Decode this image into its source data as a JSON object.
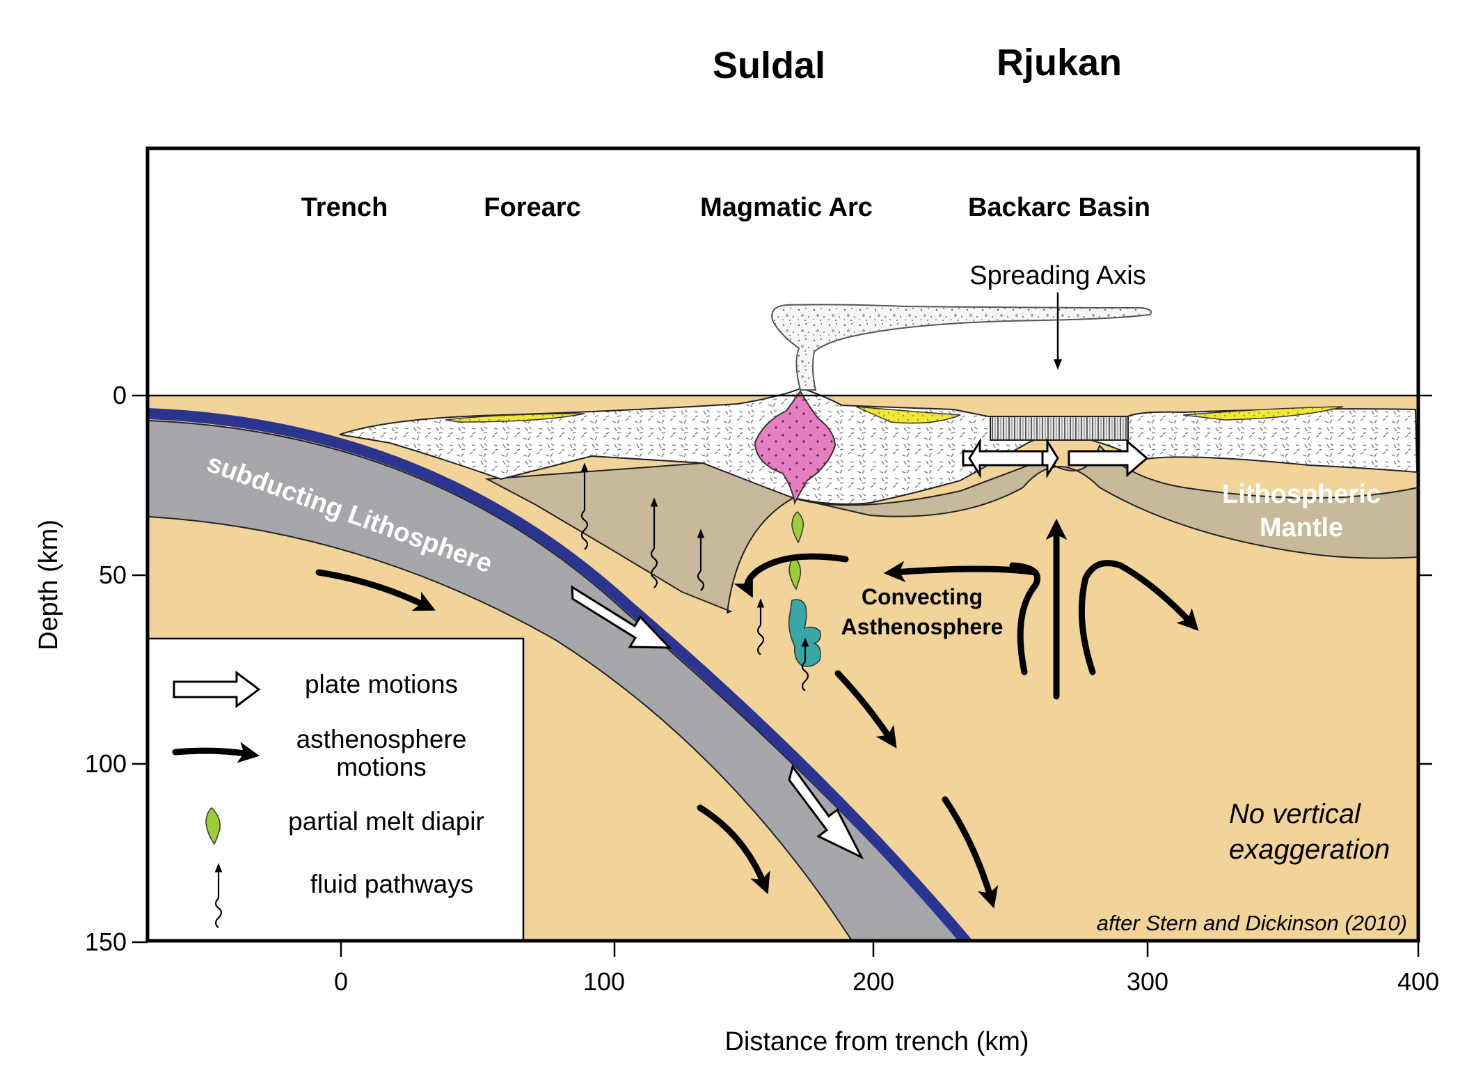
{
  "top_labels": {
    "left": "Suldal",
    "right": "Rjukan"
  },
  "zones": {
    "trench": "Trench",
    "forearc": "Forearc",
    "magmatic_arc": "Magmatic Arc",
    "backarc_basin": "Backarc Basin"
  },
  "spreading_axis": "Spreading Axis",
  "labels": {
    "subducting_lithosphere": "subducting Lithosphere",
    "lithospheric_mantle_line1": "Lithospheric",
    "lithospheric_mantle_line2": "Mantle",
    "convecting_line1": "Convecting",
    "convecting_line2": "Asthenosphere",
    "no_vertical_line1": "No vertical",
    "no_vertical_line2": "exaggeration",
    "credit": "after Stern and Dickinson (2010)"
  },
  "axes": {
    "x_title": "Distance from trench (km)",
    "y_title": "Depth (km)",
    "x_ticks": [
      "0",
      "100",
      "200",
      "300",
      "400"
    ],
    "y_ticks": [
      "0",
      "50",
      "100",
      "150"
    ]
  },
  "legend": {
    "plate_motions": "plate motions",
    "astheno_line1": "asthenosphere",
    "astheno_line2": "motions",
    "partial_melt": "partial melt diapir",
    "fluid_pathways": "fluid pathways"
  },
  "colors": {
    "asthenosphere": "#f2d49b",
    "lithospheric_mantle": "#c9b99b",
    "subducting_plate": "#a5a7ab",
    "plate_top": "#2b3590",
    "crust": "#ffffff",
    "pluton": "#e67fc0",
    "diapir": "#9ccc3c",
    "teal_melt": "#3aa6a6",
    "sediment": "#f1e735"
  }
}
